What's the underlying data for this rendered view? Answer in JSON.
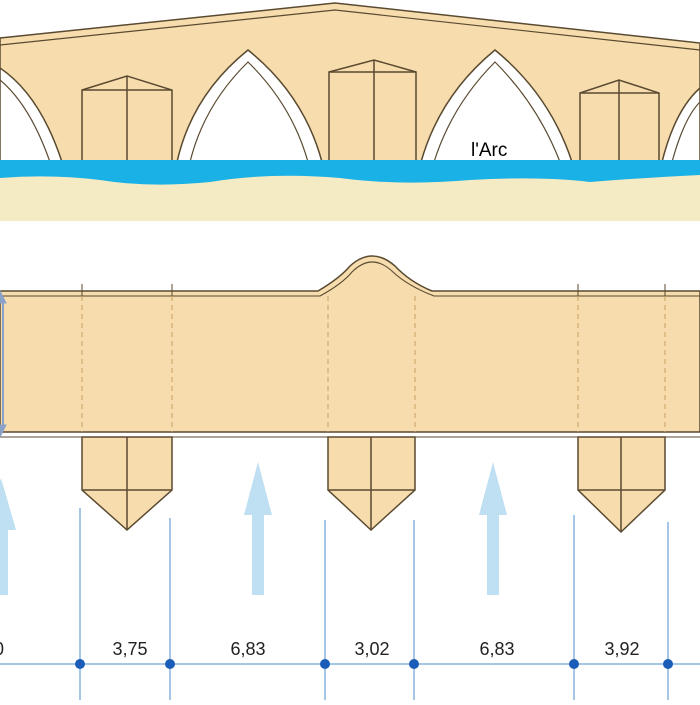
{
  "river_label": "l'Arc",
  "dimensions": [
    {
      "label": "0"
    },
    {
      "label": "3,75"
    },
    {
      "label": "6,83"
    },
    {
      "label": "3,02"
    },
    {
      "label": "6,83"
    },
    {
      "label": "3,92"
    }
  ],
  "colors": {
    "stone_fill": "#f7dcae",
    "stone_stroke": "#5a4a30",
    "water": "#19b1e6",
    "bank": "#f4ebc4",
    "dim_line": "#4a8fd0",
    "dim_dot": "#1a5db8",
    "flow_arrow": "#bfe0f2",
    "guide_arrow": "#8aa2c8"
  }
}
